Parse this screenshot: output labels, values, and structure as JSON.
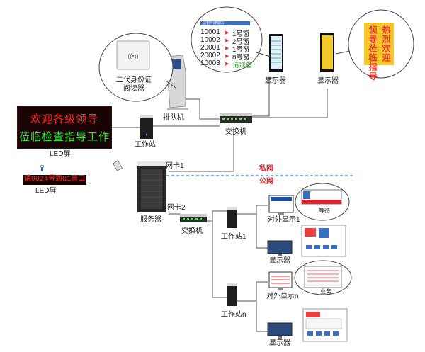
{
  "labels": {
    "led_screen_1": "LED屏",
    "led_screen_2": "LED屏",
    "id_reader": "二代身份证\n阅读器",
    "queue_machine": "排队机",
    "switch_top": "交换机",
    "workstation_top": "工作站",
    "display_1": "显示器",
    "display_2": "显示器",
    "nic_1": "网卡1",
    "nic_2": "网卡2",
    "server": "服务器",
    "switch_bottom": "交换机",
    "private_net": "私网",
    "public_net": "公网",
    "workstation_1": "工作站1",
    "workstation_n": "工作站n",
    "external_display_1": "对外显示1",
    "external_display_n": "对外显示n",
    "monitor_1": "显示器",
    "monitor_n": "显示器",
    "waiting": "等待",
    "business": "业务"
  },
  "led_big": {
    "line1": "欢迎各级领导",
    "line2": "莅临检查指导工作"
  },
  "led_small": {
    "text": "请0024号到01窗口"
  },
  "queue_display": {
    "header": "请到号牌窗口",
    "rows": [
      {
        "num": "10001",
        "win": "1号窗"
      },
      {
        "num": "10002",
        "win": "2号窗"
      },
      {
        "num": "20001",
        "win": "1号窗"
      },
      {
        "num": "20002",
        "win": "8号窗"
      },
      {
        "num": "10003",
        "win": "请准备"
      }
    ]
  },
  "welcome_display": {
    "col1": "领导莅临指导",
    "col2": "热烈欢迎"
  },
  "colors": {
    "private_line": "#2a7fd0",
    "net_label": "#d8232a",
    "line": "#555555"
  }
}
